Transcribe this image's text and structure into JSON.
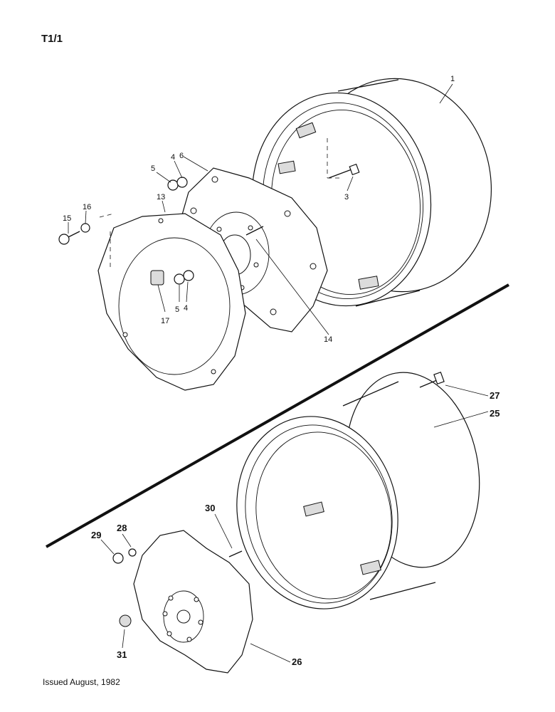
{
  "page_ref": "T1/1",
  "issued": "Issued August, 1982",
  "callouts": {
    "c1": "1",
    "c3": "3",
    "c4a": "4",
    "c4b": "4",
    "c5a": "5",
    "c5b": "5",
    "c6": "6",
    "c13": "13",
    "c14": "14",
    "c15": "15",
    "c16": "16",
    "c17": "17",
    "c25": "25",
    "c26": "26",
    "c27": "27",
    "c28": "28",
    "c29": "29",
    "c30": "30",
    "c31": "31"
  }
}
